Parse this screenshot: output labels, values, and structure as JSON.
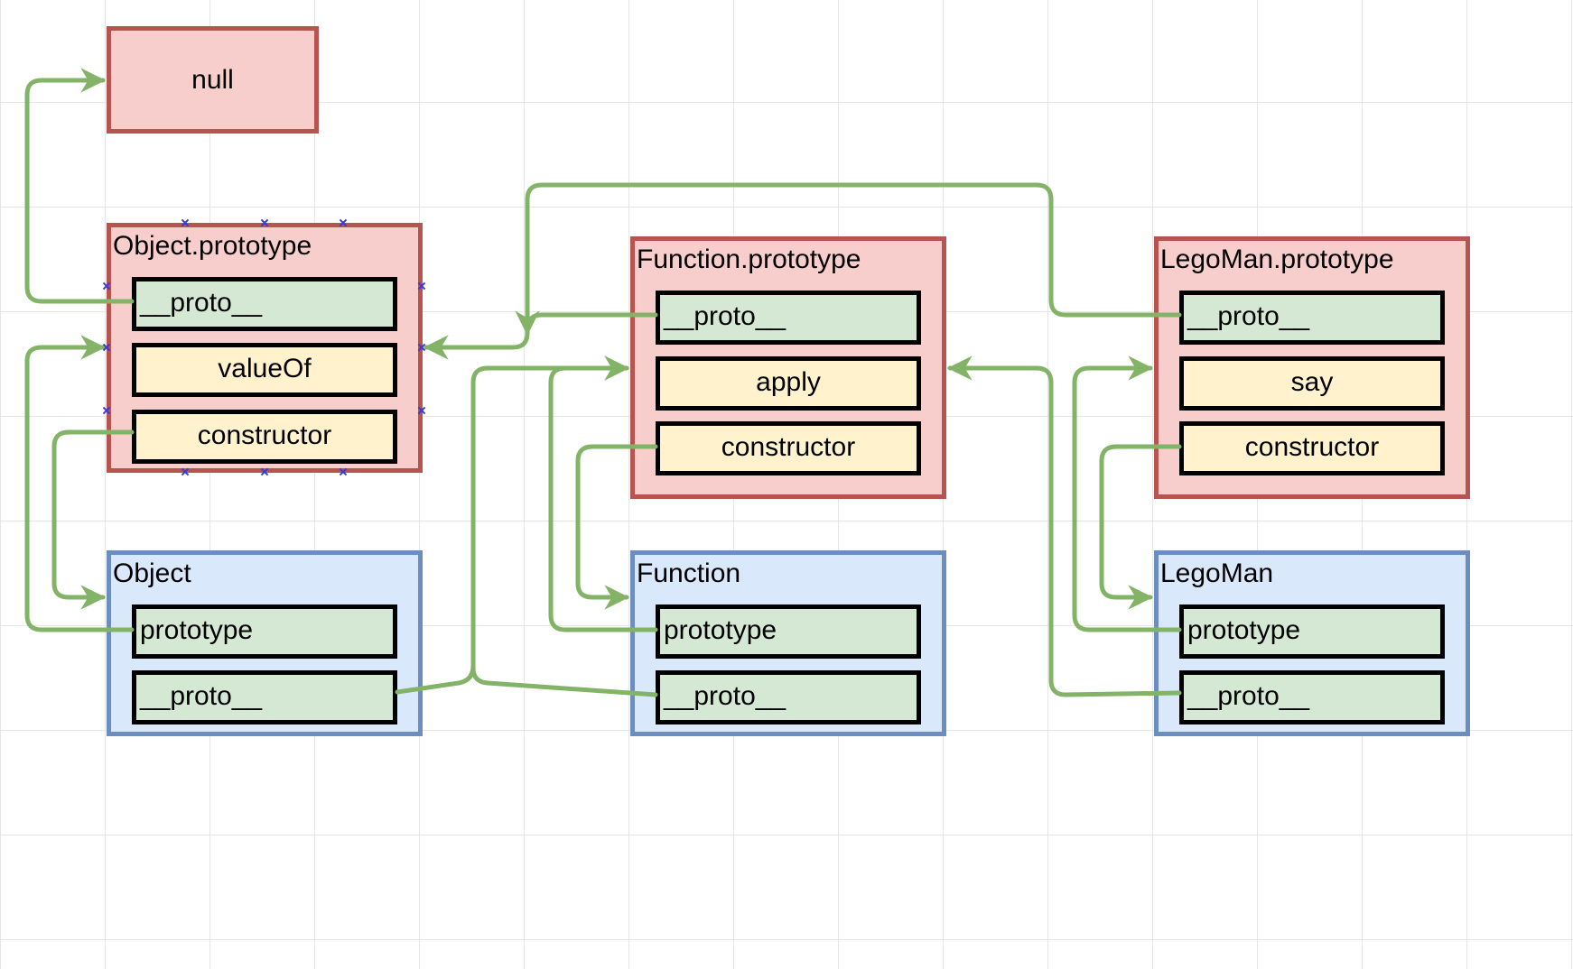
{
  "null_box": {
    "label": "null"
  },
  "object_prototype": {
    "title": "Object.prototype",
    "fields": [
      "__proto__",
      "valueOf",
      "constructor"
    ]
  },
  "function_prototype": {
    "title": "Function.prototype",
    "fields": [
      "__proto__",
      "apply",
      "constructor"
    ]
  },
  "legoman_prototype": {
    "title": "LegoMan.prototype",
    "fields": [
      "__proto__",
      "say",
      "constructor"
    ]
  },
  "object": {
    "title": "Object",
    "fields": [
      "prototype",
      "__proto__"
    ]
  },
  "function": {
    "title": "Function",
    "fields": [
      "prototype",
      "__proto__"
    ]
  },
  "legoman": {
    "title": "LegoMan",
    "fields": [
      "prototype",
      "__proto__"
    ]
  },
  "colors": {
    "prototype_fill": "#f8cecc",
    "prototype_border": "#b85450",
    "constructor_fill": "#dae8fc",
    "constructor_border": "#6c8ebf",
    "link_field_fill": "#d5e8d4",
    "link_field_border": "#82b366",
    "method_field_fill": "#fff2cc",
    "method_field_border": "#d6b656",
    "connector": "#82b366",
    "selection_handle": "#3a3ad8"
  }
}
